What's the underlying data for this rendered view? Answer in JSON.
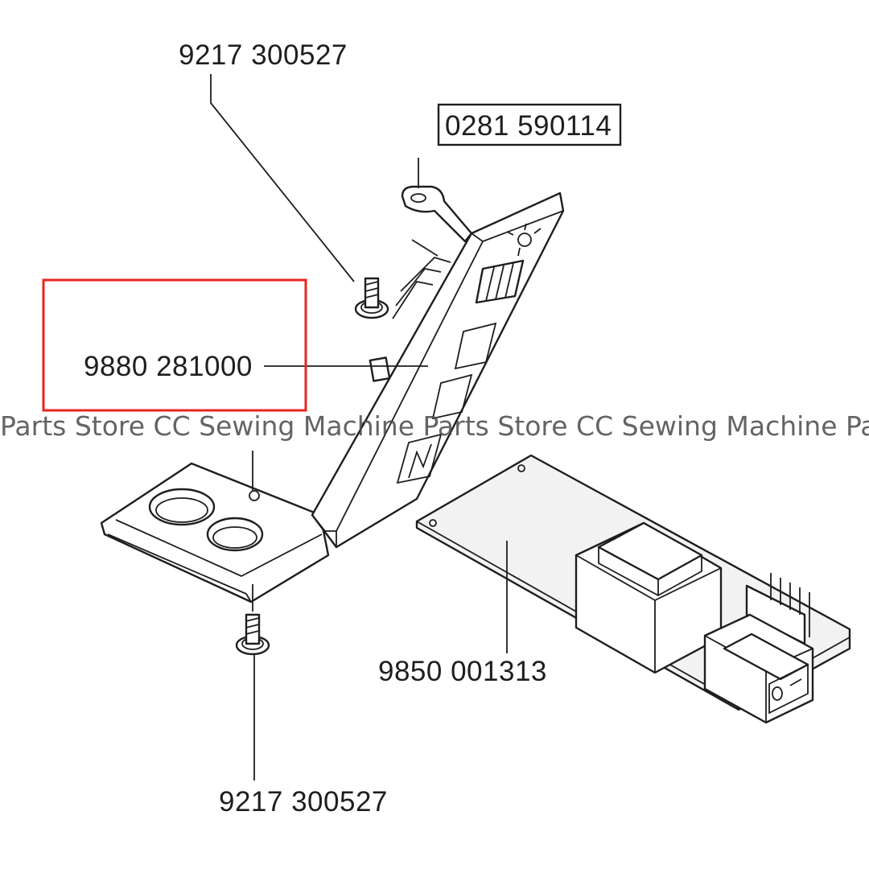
{
  "labels": {
    "screw_top": "9217 300527",
    "cover": "0281 590114",
    "switch_panel": "9880 281000",
    "pcb": "9850 001313",
    "screw_bottom": "9217 300527"
  },
  "watermark": "Parts Store CC Sewing Machine Parts Store CC Sewing Machine Pa",
  "colors": {
    "highlight_box": "#e8261e",
    "line": "#1e1e1e"
  },
  "icons": [
    "lamp-icon",
    "needle-zigzag-icon"
  ]
}
